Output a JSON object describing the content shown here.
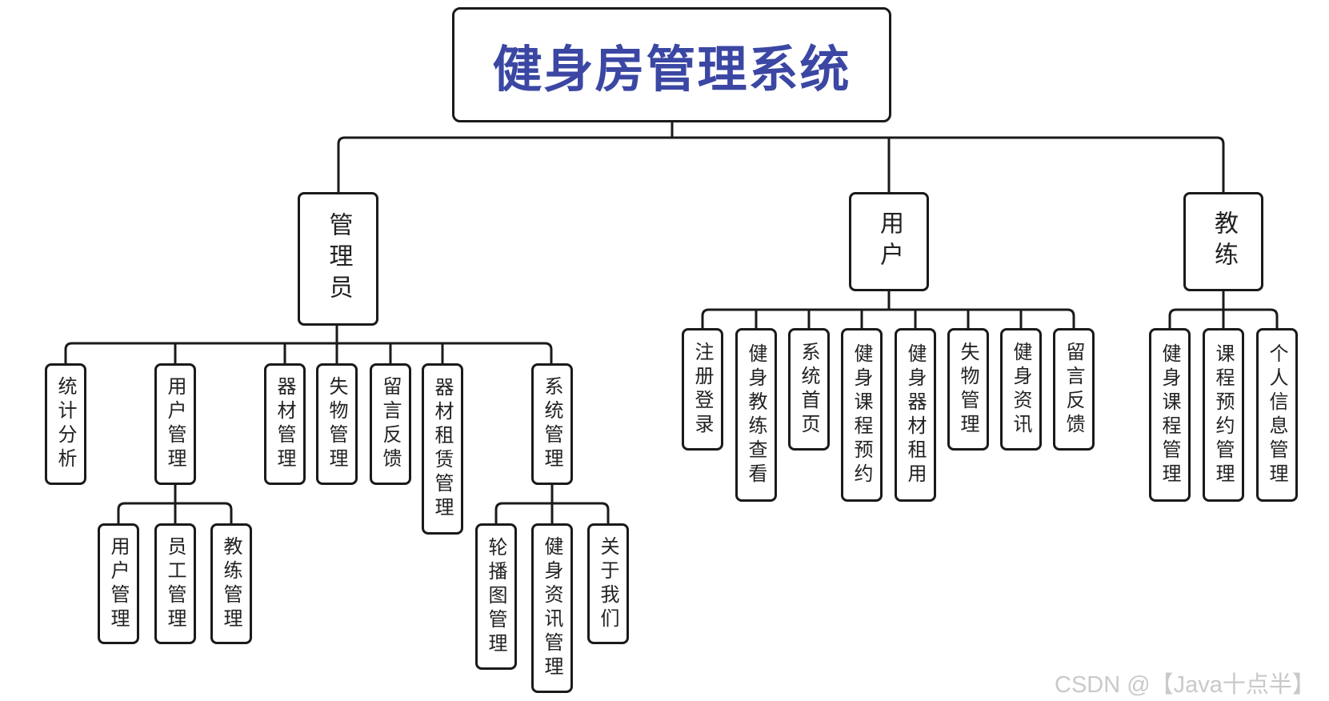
{
  "diagram": {
    "root": "健身房管理系统",
    "roles": {
      "admin": {
        "label": "管理员",
        "items": [
          "统计分析",
          "用户管理",
          "器材管理",
          "失物管理",
          "留言反馈",
          "器材租赁管理",
          "系统管理"
        ],
        "user_mgmt_sub": [
          "用户管理",
          "员工管理",
          "教练管理"
        ],
        "system_mgmt_sub": [
          "轮播图管理",
          "健身资讯管理",
          "关于我们"
        ]
      },
      "user": {
        "label": "用户",
        "items": [
          "注册登录",
          "健身教练查看",
          "系统首页",
          "健身课程预约",
          "健身器材租用",
          "失物管理",
          "健身资讯",
          "留言反馈"
        ]
      },
      "coach": {
        "label": "教练",
        "items": [
          "健身课程管理",
          "课程预约管理",
          "个人信息管理"
        ]
      }
    }
  },
  "watermark": "CSDN @【Java十点半】"
}
